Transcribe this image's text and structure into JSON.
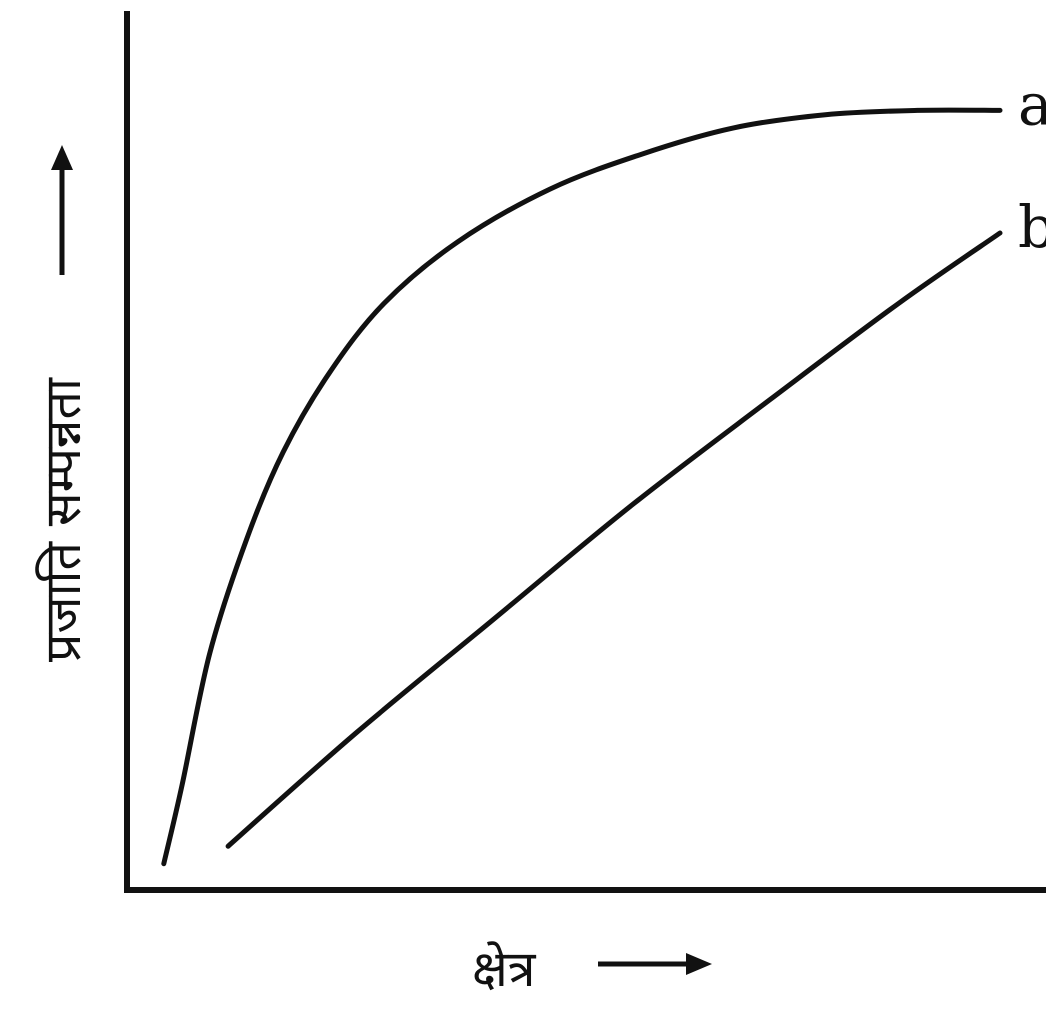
{
  "chart_data": {
    "type": "line",
    "xlabel": "क्षेत्र",
    "ylabel": "प्रजाति सम्पन्नता",
    "xlim": [
      0,
      100
    ],
    "ylim": [
      0,
      100
    ],
    "grid": false,
    "series": [
      {
        "name": "a",
        "points": [
          [
            4,
            3
          ],
          [
            6,
            12
          ],
          [
            9,
            27
          ],
          [
            13,
            40
          ],
          [
            17,
            50
          ],
          [
            22,
            59
          ],
          [
            28,
            67
          ],
          [
            36,
            74
          ],
          [
            46,
            80
          ],
          [
            56,
            84
          ],
          [
            66,
            87
          ],
          [
            76,
            88.5
          ],
          [
            86,
            89
          ],
          [
            95,
            89
          ]
        ]
      },
      {
        "name": "b",
        "points": [
          [
            11,
            5
          ],
          [
            25,
            18
          ],
          [
            40,
            31
          ],
          [
            55,
            44
          ],
          [
            70,
            56
          ],
          [
            84,
            67
          ],
          [
            95,
            75
          ]
        ]
      }
    ]
  },
  "style": {
    "ink": "#111111",
    "background": "#ffffff"
  }
}
